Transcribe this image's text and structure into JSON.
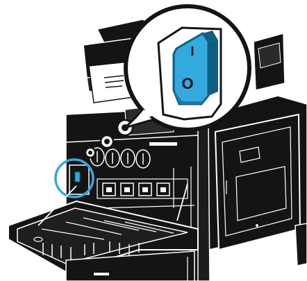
{
  "illustration": {
    "subject": "multifunction-printer-front-door-open",
    "switch_states": [
      "I",
      "O"
    ],
    "colors": {
      "body": "#141414",
      "panel": "#2a2a2a",
      "outline": "#ffffff",
      "highlight": "#34a9dd",
      "switch_dark": "#0f5f82",
      "callout_fill": "#ffffff",
      "callout_stroke": "#141414",
      "background": "#ffffff"
    }
  }
}
